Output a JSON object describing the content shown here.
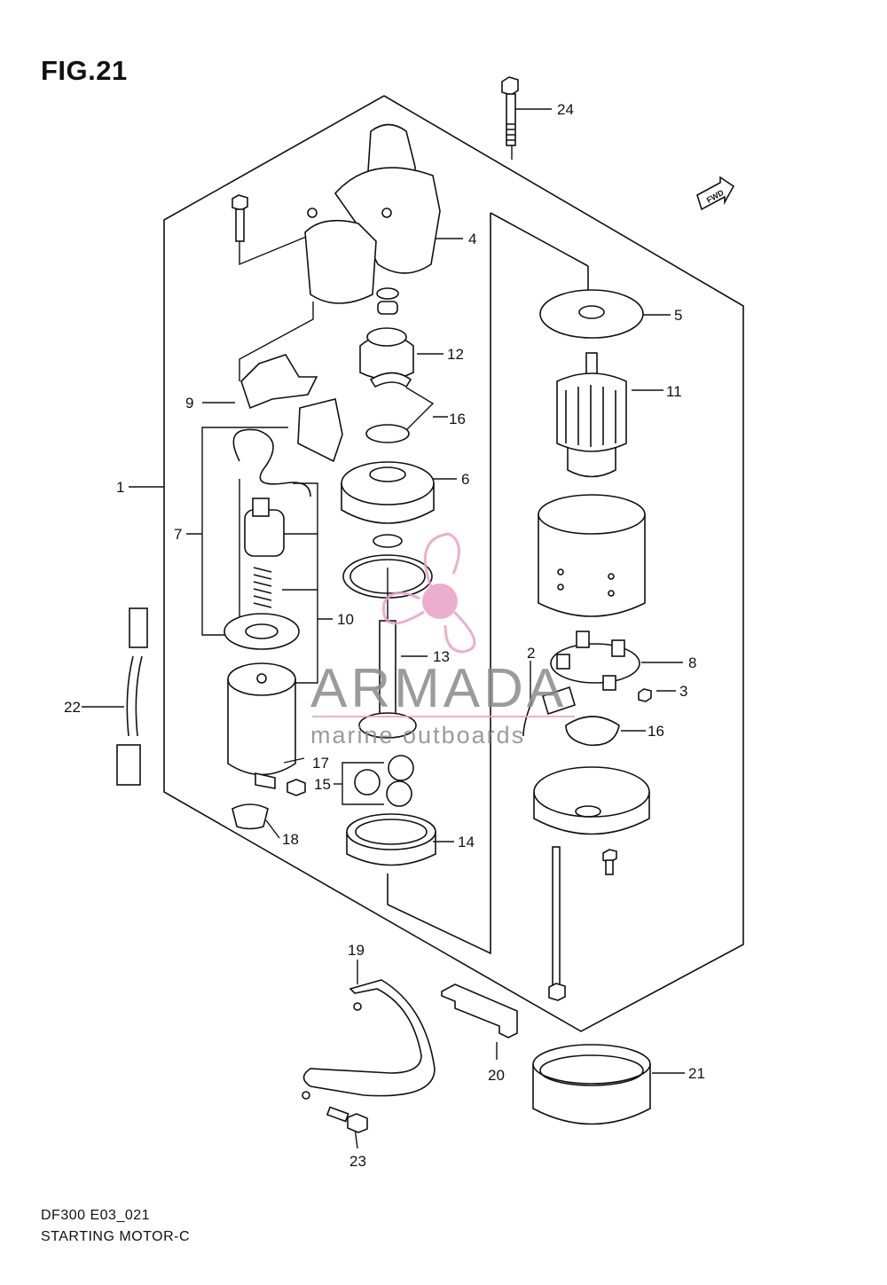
{
  "figure": {
    "title": "FIG.21",
    "code": "DF300 E03_021",
    "name": "STARTING MOTOR-C",
    "fwd_label": "FWD"
  },
  "callouts": [
    "1",
    "2",
    "3",
    "4",
    "5",
    "6",
    "7",
    "8",
    "9",
    "10",
    "11",
    "12",
    "13",
    "14",
    "15",
    "16",
    "16",
    "17",
    "18",
    "19",
    "20",
    "21",
    "22",
    "23",
    "24"
  ],
  "watermark": {
    "brand": "ARMADA",
    "tagline": "marine outboards",
    "accent_color": "#e9a1c6"
  }
}
